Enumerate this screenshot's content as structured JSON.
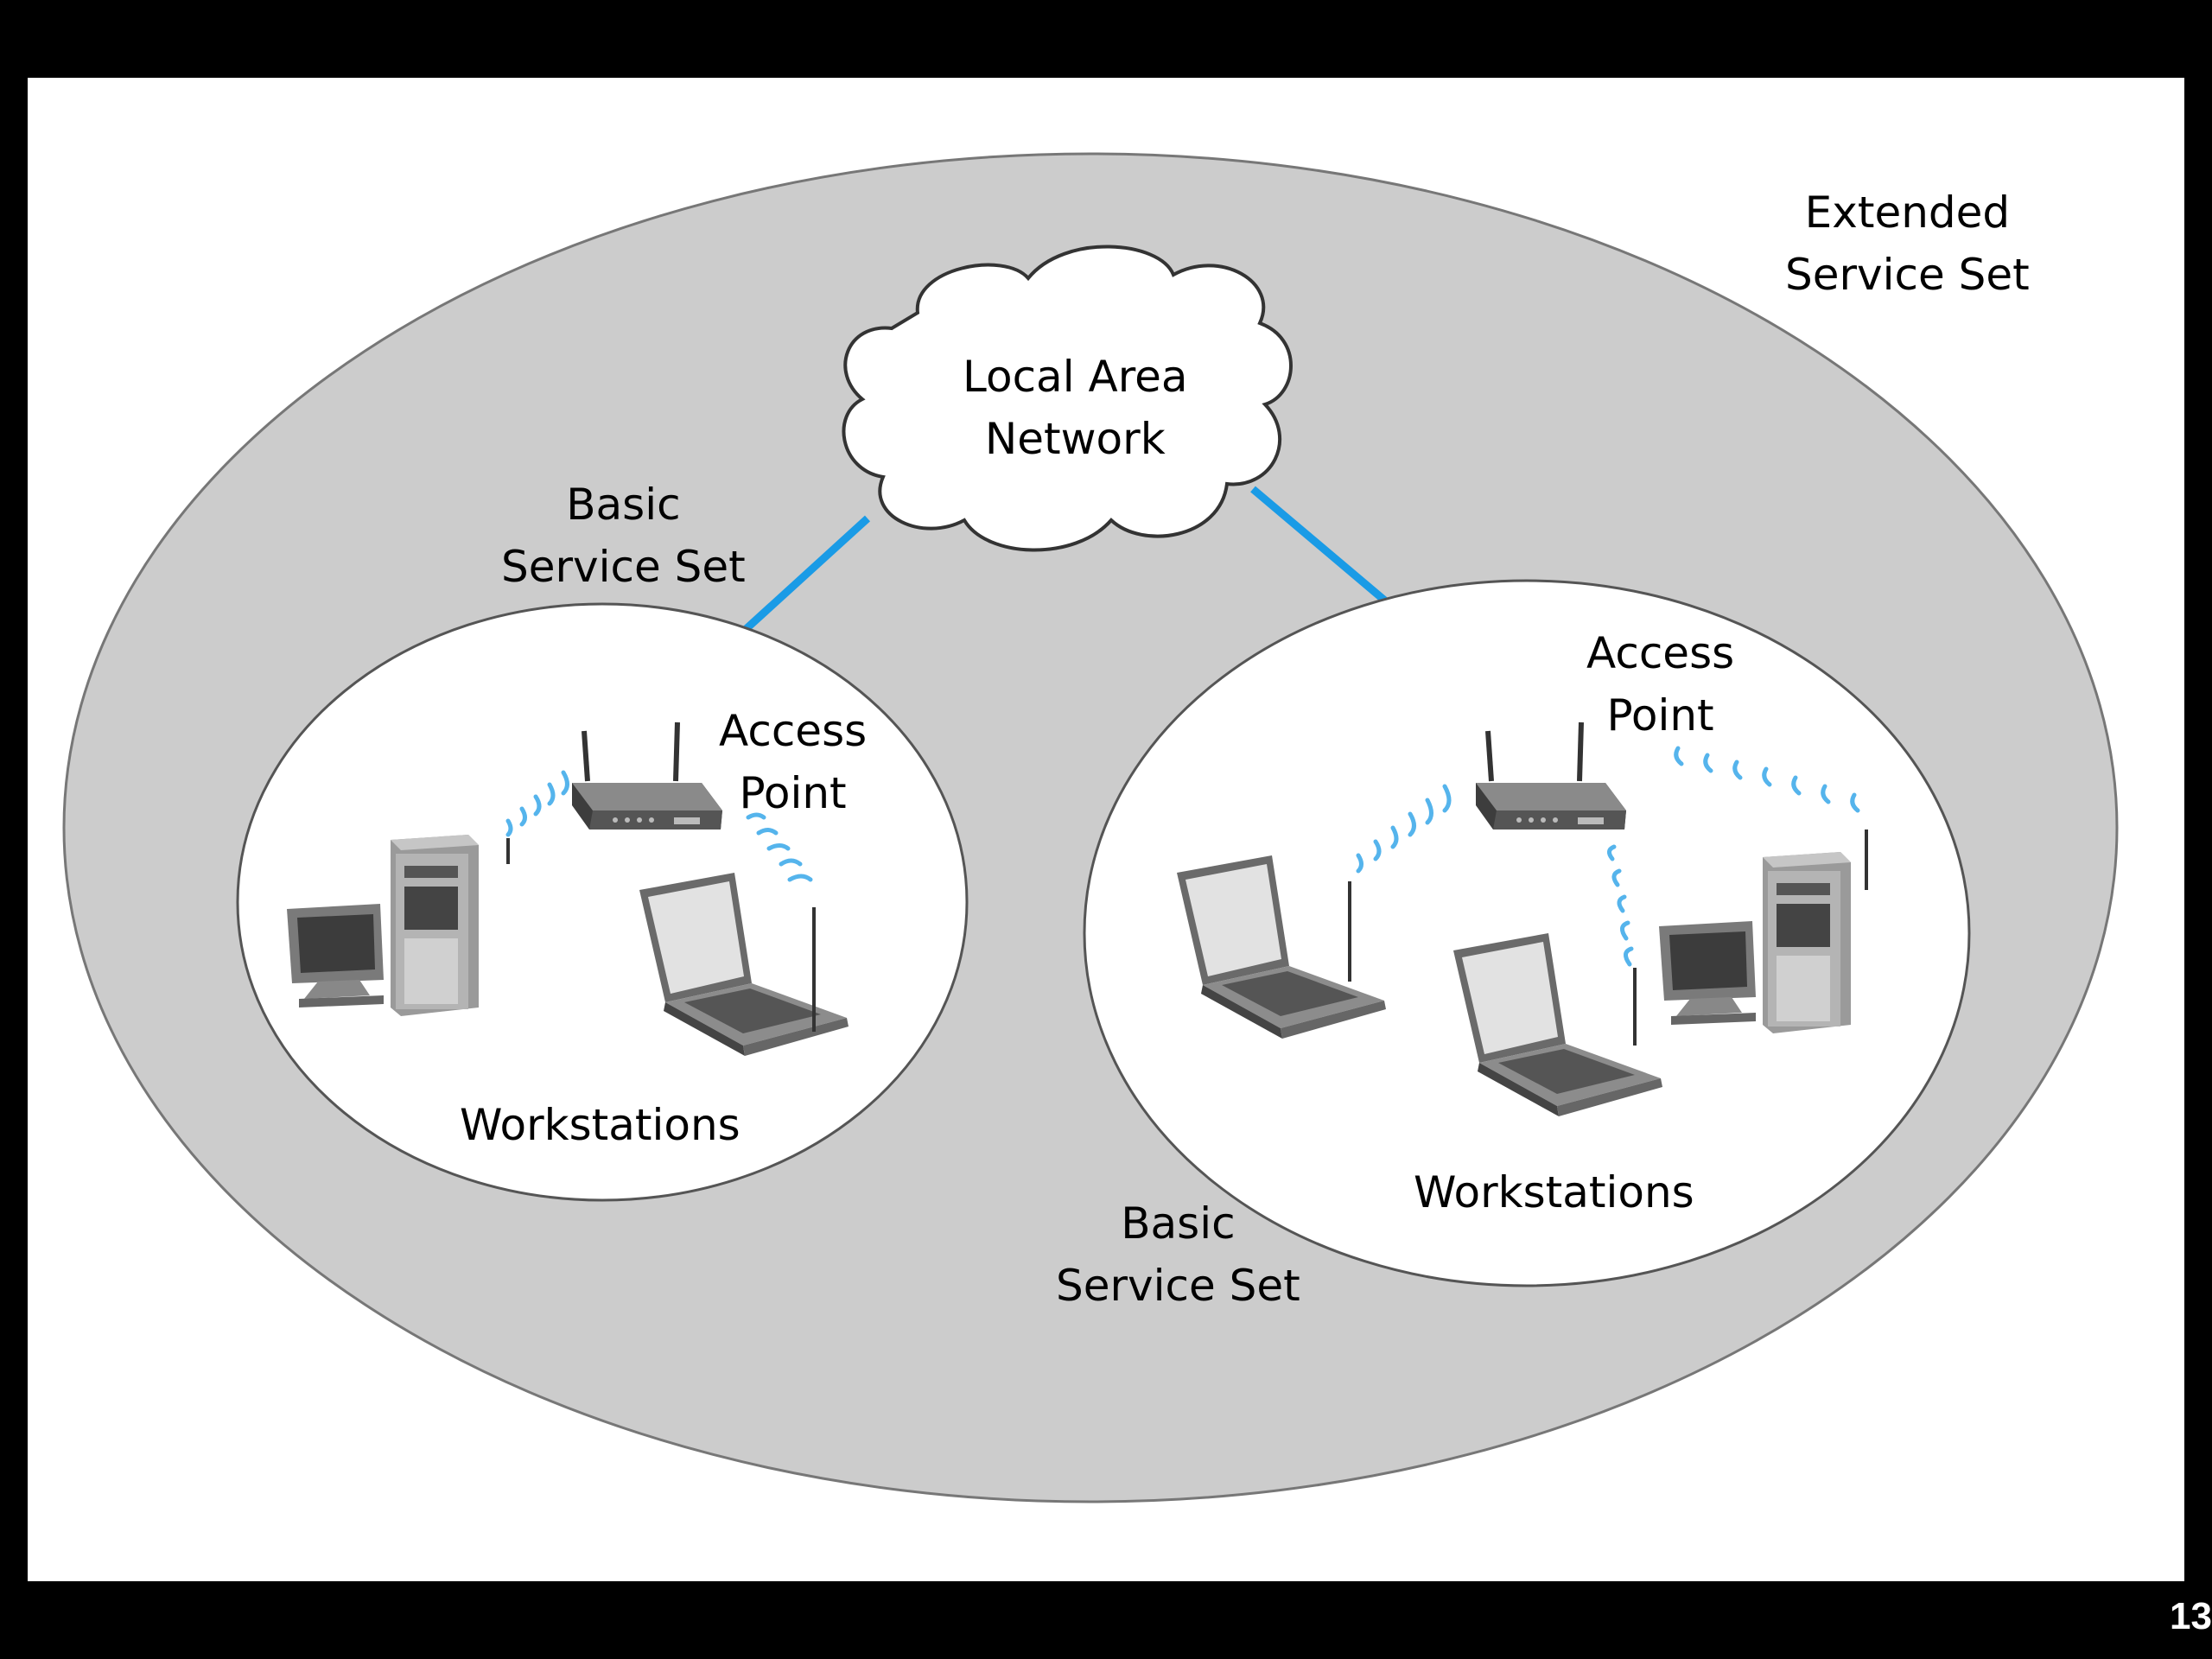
{
  "diagram": {
    "extended_service_set": {
      "line1": "Extended",
      "line2": "Service Set"
    },
    "lan_cloud": {
      "line1": "Local Area",
      "line2": "Network"
    },
    "left_bss": {
      "title_line1": "Basic",
      "title_line2": "Service Set",
      "access_point_line1": "Access",
      "access_point_line2": "Point",
      "workstations": "Workstations"
    },
    "right_bss": {
      "title_line1": "Basic",
      "title_line2": "Service Set",
      "access_point_line1": "Access",
      "access_point_line2": "Point",
      "workstations": "Workstations"
    }
  },
  "slide": {
    "page_number": "13"
  },
  "colors": {
    "background": "#000000",
    "slide": "#ffffff",
    "extended_service_set_fill": "#cccccc",
    "basic_service_set_fill": "#ffffff",
    "link_blue": "#1a9be6",
    "signal_blue": "#55b4ec"
  }
}
